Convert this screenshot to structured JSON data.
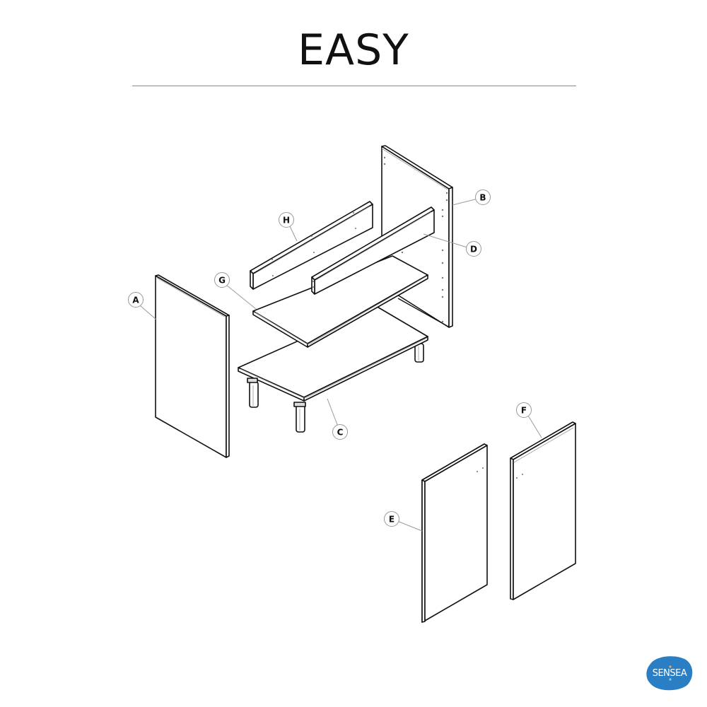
{
  "header": {
    "title": "EASY"
  },
  "diagram": {
    "type": "exploded-assembly-view",
    "parts": [
      {
        "id": "A",
        "label": "A",
        "description": "left side panel"
      },
      {
        "id": "B",
        "label": "B",
        "description": "back panel with pre-drilled holes"
      },
      {
        "id": "C",
        "label": "C",
        "description": "base board with legs"
      },
      {
        "id": "D",
        "label": "D",
        "description": "front rail"
      },
      {
        "id": "E",
        "label": "E",
        "description": "door panel"
      },
      {
        "id": "F",
        "label": "F",
        "description": "door panel"
      },
      {
        "id": "G",
        "label": "G",
        "description": "shelf"
      },
      {
        "id": "H",
        "label": "H",
        "description": "top rail"
      }
    ],
    "colors": {
      "line": "#111111",
      "leader": "#999999",
      "fill": "#ffffff"
    }
  },
  "brand": {
    "logo_text": "SENSEA",
    "logo_color": "#2a7fc4"
  }
}
